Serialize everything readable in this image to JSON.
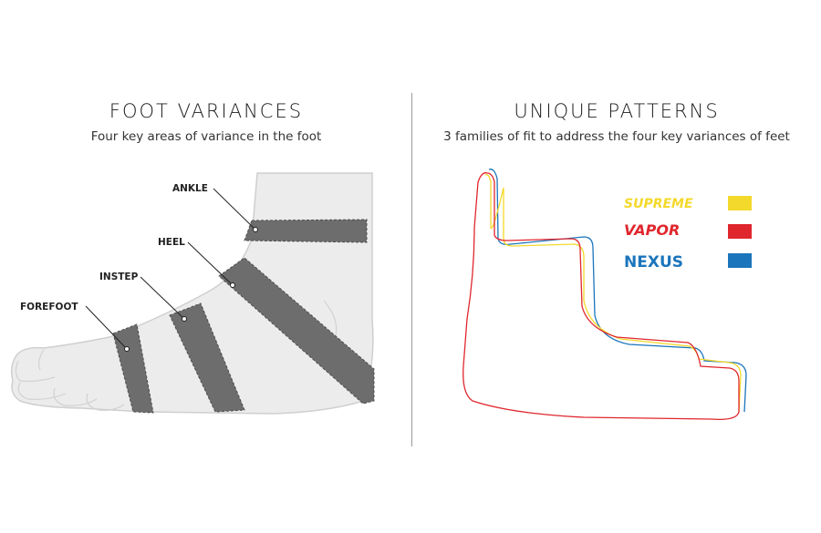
{
  "left": {
    "title": "FOOT VARIANCES",
    "subtitle": "Four key areas of variance in the foot",
    "labels": {
      "ankle": "ANKLE",
      "heel": "HEEL",
      "instep": "INSTEP",
      "forefoot": "FOREFOOT"
    }
  },
  "right": {
    "title": "UNIQUE PATTERNS",
    "subtitle": "3 families of fit to address the four key variances of feet",
    "legend": [
      {
        "name": "SUPREME",
        "color": "#f3d92b"
      },
      {
        "name": "VAPOR",
        "color": "#e0262d"
      },
      {
        "name": "NEXUS",
        "color": "#1b75bc"
      }
    ]
  },
  "colors": {
    "foot_fill": "#ececec",
    "band": "#6d6d6d",
    "outline": "#cfcfcf"
  }
}
